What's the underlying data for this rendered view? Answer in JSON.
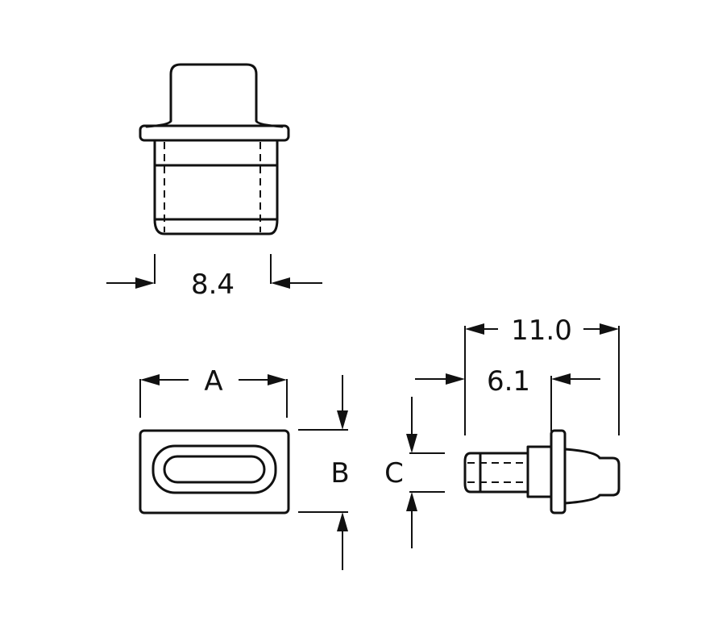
{
  "dimensions": {
    "width_84": "8.4",
    "length_110": "11.0",
    "length_61": "6.1",
    "label_a": "A",
    "label_b": "B",
    "label_c": "C"
  },
  "colors": {
    "line": "#111111",
    "background": "#ffffff"
  }
}
